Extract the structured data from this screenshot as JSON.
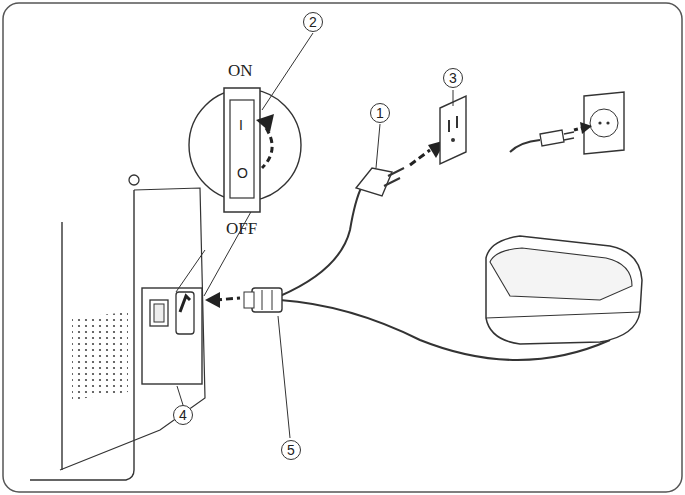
{
  "diagram": {
    "labels": [
      "2",
      "ON",
      "I",
      "O",
      "OFF",
      "1",
      "3",
      "4",
      "5"
    ]
  }
}
